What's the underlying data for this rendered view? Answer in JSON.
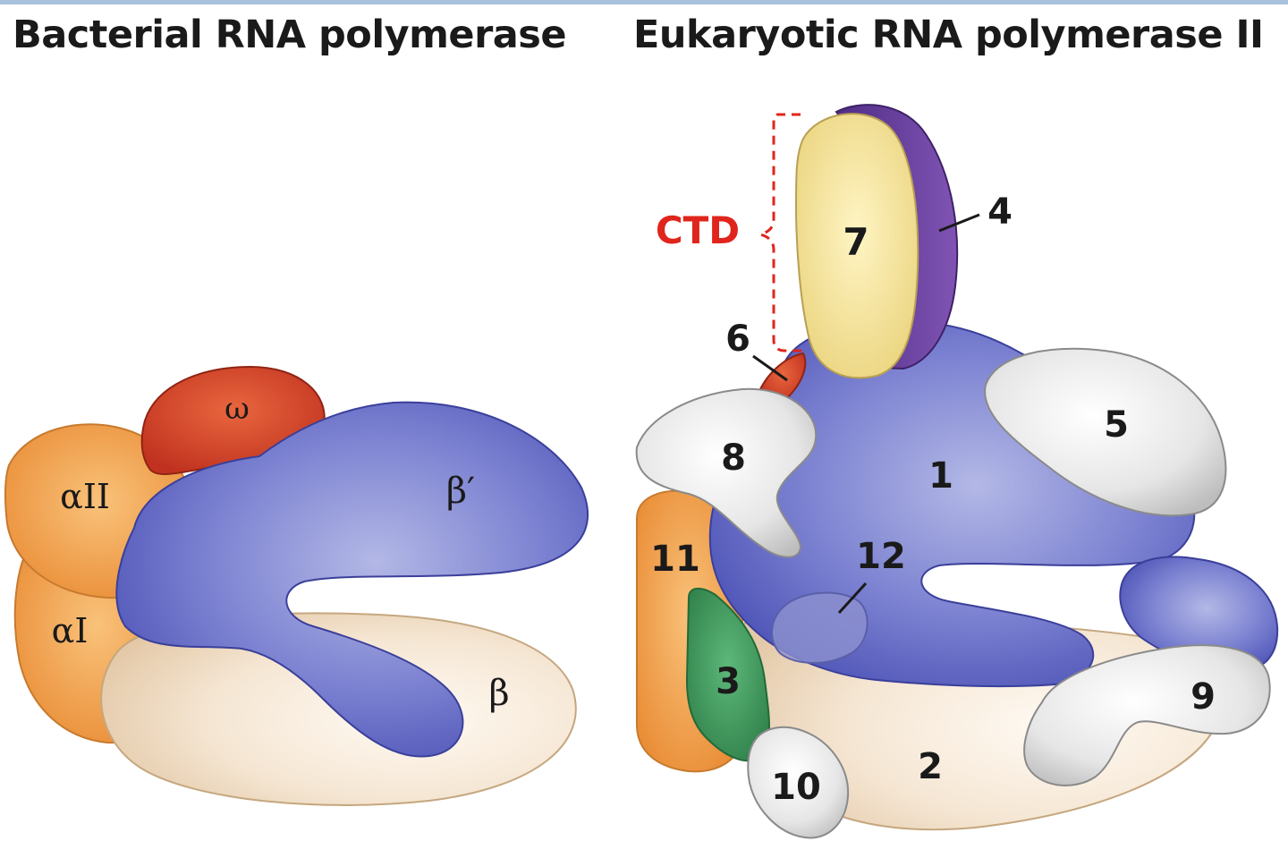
{
  "titles": {
    "left": "Bacterial RNA polymerase",
    "right": "Eukaryotic RNA polymerase II"
  },
  "bacterial": {
    "subunits": {
      "omega": "ω",
      "alpha2": "αII",
      "alpha1": "αI",
      "beta_prime": "β′",
      "beta": "β"
    }
  },
  "eukaryotic": {
    "subunits": {
      "s1": "1",
      "s2": "2",
      "s3": "3",
      "s4": "4",
      "s5": "5",
      "s6": "6",
      "s7": "7",
      "s8": "8",
      "s9": "9",
      "s10": "10",
      "s11": "11",
      "s12": "12"
    },
    "ctd_label": "CTD"
  },
  "colors": {
    "blue": "#6068c4",
    "tan": "#f2e2cf",
    "orange": "#f0a04a",
    "red": "#d2452c",
    "yellow": "#f7e49c",
    "purple": "#6a3f9c",
    "gray": "#dcdcdc",
    "green": "#3f9a5e",
    "ctd_red": "#e0251c"
  }
}
